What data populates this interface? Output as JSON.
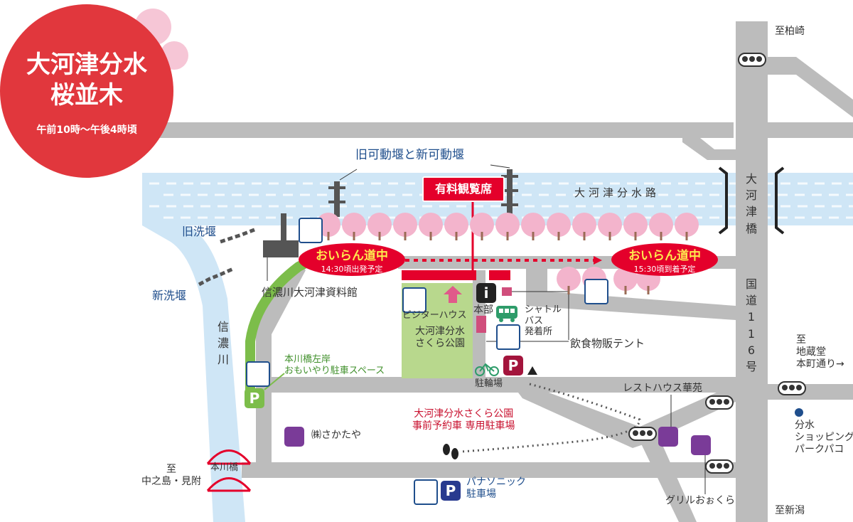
{
  "title": {
    "line1": "大河津分水",
    "line2": "桜並木",
    "hours": "午前10時～午後4時頃"
  },
  "colors": {
    "river": "#cfe6f6",
    "road": "#bcbcbc",
    "park": "#b8d88d",
    "title_circle": "#e1373d",
    "accent_red": "#e4002b",
    "sakura": "#f3b4cc",
    "green_path": "#7cbd4a",
    "label_blue": "#1f4e8c"
  },
  "labels": {
    "weirs": "旧可動堰と新可動堰",
    "paid_seats": "有料観覧席",
    "canal": "大河津分水路",
    "bridge_okouzu": "大河津橋",
    "old_weir": "旧洗堰",
    "new_weir": "新洗堰",
    "shinano_river": "信濃川",
    "museum": "信濃川大河津資料館",
    "visitor_house": "ビジターハウス",
    "hq": "本部",
    "shuttle": "シャトルバス発着所",
    "shuttle_l1": "シャトル",
    "shuttle_l2": "バス",
    "shuttle_l3": "発着所",
    "food_tent": "飲食物販テント",
    "park_l1": "大河津分水",
    "park_l2": "さくら公園",
    "bicycle": "駐輪場",
    "reserved_parking_l1": "大河津分水さくら公園",
    "reserved_parking_l2": "事前予約車 専用駐車場",
    "left_bank_l1": "本川橋左岸",
    "left_bank_l2": "おもいやり駐車スペース",
    "sakataya": "㈱さかたや",
    "honkawa_bridge": "本川橋",
    "to_nakanoshima_l1": "至",
    "to_nakanoshima_l2": "中之島・見附",
    "panasonic_l1": "パナソニック",
    "panasonic_l2": "駐車場",
    "rest_house": "レストハウス華苑",
    "grill": "グリルおぉくら",
    "route116": "国道116号",
    "to_kashiwazaki": "至柏崎",
    "to_niigata": "至新潟",
    "to_jizodo_l1": "至",
    "to_jizodo_l2": "地蔵堂",
    "to_jizodo_l3": "本町通り→",
    "pako_l1": "分水",
    "pako_l2": "ショッピング",
    "pako_l3": "パークパコ"
  },
  "parade": {
    "start_title": "おいらん道中",
    "start_time": "14:30頃出発予定",
    "end_title": "おいらん道中",
    "end_time": "15:30頃到着予定"
  },
  "icons": [
    "cherry-blossom-icon",
    "toilet-icon",
    "parking-icon",
    "info-icon",
    "bus-icon",
    "bicycle-icon",
    "restaurant-icon",
    "traffic-signal-icon",
    "footprint-icon",
    "arrow-up-icon",
    "bridge-icon",
    "crane-tower-icon"
  ]
}
